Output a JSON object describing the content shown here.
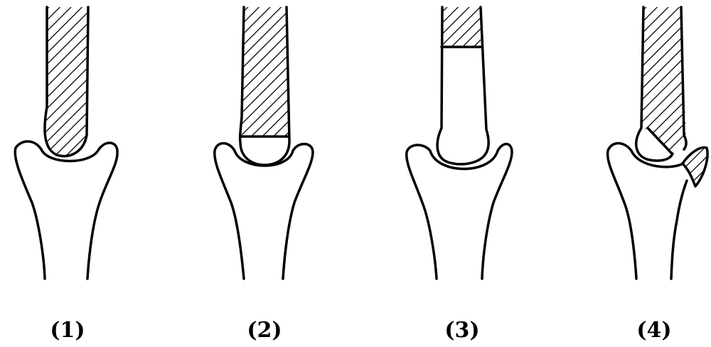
{
  "diagram": {
    "panels": [
      {
        "label": "(1)"
      },
      {
        "label": "(2)"
      },
      {
        "label": "(3)"
      },
      {
        "label": "(4)"
      }
    ]
  }
}
